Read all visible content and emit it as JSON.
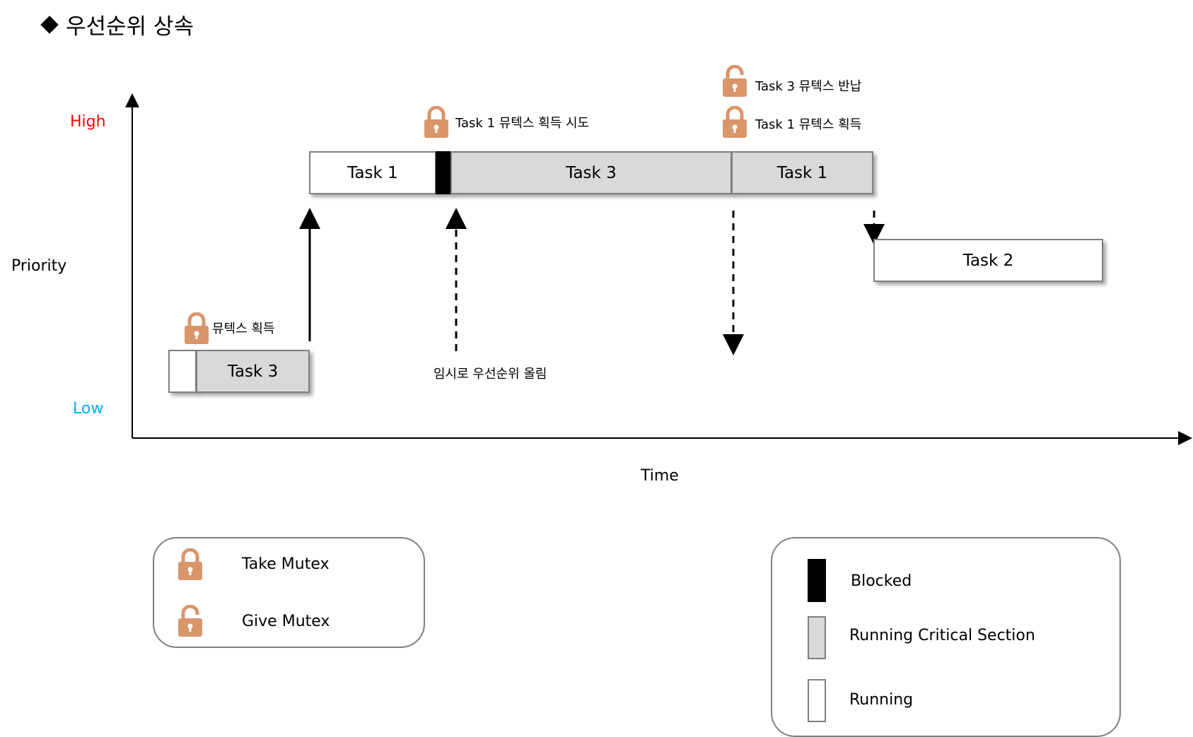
{
  "title": "우선순위 상속",
  "axes": {
    "y_label": "Priority",
    "x_label": "Time",
    "high": "High",
    "low": "Low"
  },
  "colors": {
    "high": "#ff0000",
    "low": "#00b0f0",
    "lock": "#d9966b",
    "critical": "#d9d9d9",
    "blocked": "#000000"
  },
  "bars": {
    "t3_low_label": "Task 3",
    "t1_label": "Task 1",
    "t3_high_label": "Task 3",
    "t1_end_label": "Task 1",
    "t2_label": "Task 2"
  },
  "annotations": {
    "take_mutex": "뮤텍스 획득",
    "t1_try": "Task 1 뮤텍스 획득 시도",
    "t3_give": "Task 3 뮤텍스 반납",
    "t1_take": "Task 1 뮤텍스 획득",
    "raise": "임시로 우선순위 올림"
  },
  "legend_left": {
    "take": "Take Mutex",
    "give": "Give Mutex"
  },
  "legend_right": {
    "blocked": "Blocked",
    "critical": "Running Critical Section",
    "running": "Running"
  }
}
